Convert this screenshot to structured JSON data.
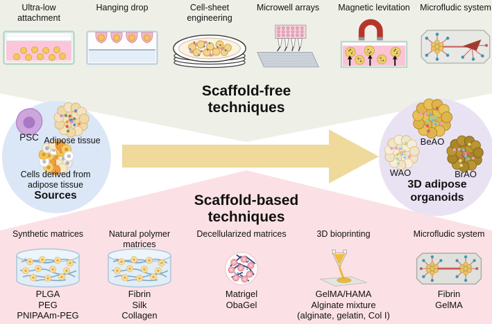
{
  "colors": {
    "scaffold_free_bg": "#eef0e7",
    "scaffold_based_bg": "#fbe1e5",
    "arrow": "#efd99b",
    "sources_circle": "#dbe7f6",
    "organoids_circle": "#e9e2f3"
  },
  "scaffold_free": {
    "title": "Scaffold-free techniques",
    "items": [
      {
        "label": "Ultra-low attachment",
        "icon": "ultra-low-attachment-icon"
      },
      {
        "label": "Hanging drop",
        "icon": "hanging-drop-icon"
      },
      {
        "label": "Cell-sheet engineering",
        "icon": "cell-sheet-dish-icon"
      },
      {
        "label": "Microwell arrays",
        "icon": "microwell-arrays-icon"
      },
      {
        "label": "Magnetic levitation",
        "icon": "magnetic-levitation-icon"
      },
      {
        "label": "Microfludic system",
        "icon": "microfluidic-chip-icon"
      }
    ]
  },
  "sources": {
    "title": "Sources",
    "items": [
      {
        "label": "PSC",
        "icon": "psc-cell-icon"
      },
      {
        "label": "Adipose tissue",
        "icon": "adipose-tissue-cluster-icon"
      },
      {
        "label": "Cells derived from adipose tissue",
        "icon": "derived-cells-cluster-icon"
      }
    ]
  },
  "organoids": {
    "title": "3D adipose organoids",
    "items": [
      {
        "label": "BeAO",
        "icon": "beao-organoid-icon"
      },
      {
        "label": "WAO",
        "icon": "wao-organoid-icon"
      },
      {
        "label": "BrAO",
        "icon": "brao-organoid-icon"
      }
    ]
  },
  "scaffold_based": {
    "title": "Scaffold-based techniques",
    "items": [
      {
        "label": "Synthetic matrices",
        "icon": "matrix-disc-icon",
        "materials": [
          "PLGA",
          "PEG",
          "PNIPAAm-PEG"
        ]
      },
      {
        "label": "Natural polymer matrices",
        "icon": "matrix-disc-icon",
        "materials": [
          "Fibrin",
          "Silk",
          "Collagen"
        ]
      },
      {
        "label": "Decellularized matrices",
        "icon": "decellularized-matrix-icon",
        "materials": [
          "Matrigel",
          "ObaGel"
        ]
      },
      {
        "label": "3D bioprinting",
        "icon": "bioprinter-icon",
        "materials": [
          "GelMA/HAMA",
          "Alginate mixture",
          "(alginate, gelatin, Col I)"
        ]
      },
      {
        "label": "Microfludic system",
        "icon": "microfluidic-chip-icon",
        "materials": [
          "Fibrin",
          "GelMA"
        ]
      }
    ]
  }
}
